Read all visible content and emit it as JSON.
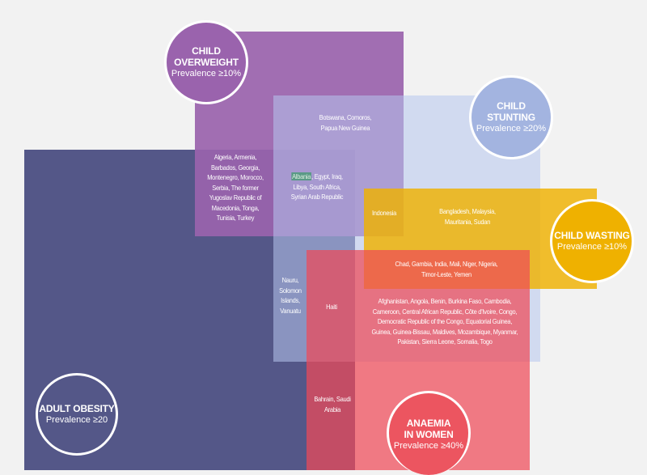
{
  "colors": {
    "adult_obesity": "#545788",
    "child_overweight": "#9a63ad",
    "child_stunting": "#a3b4e0",
    "child_wasting": "#efb100",
    "anaemia": "#ec5560",
    "background": "#f2f2f2"
  },
  "circles": {
    "child_overweight": {
      "title": "CHILD OVERWEIGHT",
      "subtitle": "Prevalence ≥10%"
    },
    "child_stunting": {
      "title": "CHILD STUNTING",
      "subtitle": "Prevalence ≥20%"
    },
    "child_wasting": {
      "title": "CHILD WASTING",
      "subtitle": "Prevalence ≥10%"
    },
    "adult_obesity": {
      "title": "ADULT OBESITY",
      "subtitle": "Prevalence ≥20"
    },
    "anaemia": {
      "title_line1": "ANAEMIA",
      "title_line2": "IN WOMEN",
      "subtitle": "Prevalence ≥40%"
    }
  },
  "groups": {
    "overweight_stunting": "Botswana, Comoros, Papua New Guinea",
    "obesity_overweight": "Algeria, Armenia, Barbados, Georgia, Montenegro, Morocco, Serbia, The former Yugoslav Republic of Macedonia, Tonga, Tunisia, Turkey",
    "obesity_overweight_stunting_highlight": "Albania",
    "obesity_overweight_stunting_rest": ", Egypt, Iraq, Libya, South Africa, Syrian Arab Republic",
    "overweight_stunting_wasting": "Indonesia",
    "stunting_wasting": "Bangladesh, Malaysia, Mauritania, Sudan",
    "stunting_wasting_anaemia": "Chad, Gambia, India, Mali, Niger, Nigeria, Timor-Leste, Yemen",
    "obesity_stunting": "Nauru, Solomon Islands, Vanuatu",
    "obesity_stunting_anaemia": "Haiti",
    "stunting_anaemia": "Afghanistan, Angola, Benin, Burkina Faso, Cambodia, Cameroon, Central African Republic, Côte d'Ivoire, Congo, Democratic Republic of the Congo, Equatorial Guinea, Guinea, Guinea-Bissau, Maldives, Mozambique, Myanmar, Pakistan, Sierra Leone, Somalia, Togo",
    "obesity_anaemia": "Bahrain, Saudi Arabia"
  }
}
